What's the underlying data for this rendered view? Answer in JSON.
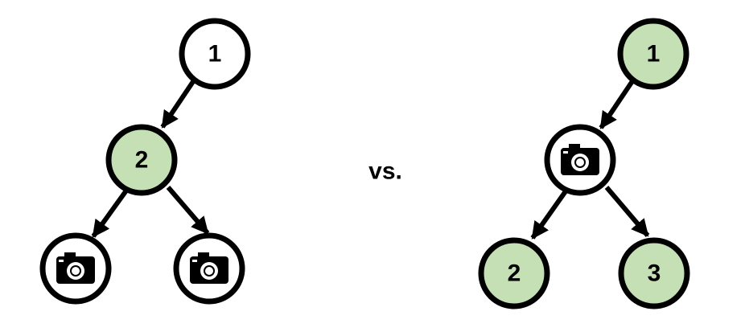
{
  "separator": "vs.",
  "colors": {
    "stroke": "#000000",
    "plain_fill": "#ffffff",
    "highlight_fill": "#c5e0b4"
  },
  "trees": [
    {
      "name": "left-tree",
      "nodes": [
        {
          "id": "n1",
          "type": "number",
          "label": "1",
          "highlighted": false
        },
        {
          "id": "n2",
          "type": "number",
          "label": "2",
          "highlighted": true
        },
        {
          "id": "c1",
          "type": "camera",
          "icon": "camera-icon",
          "highlighted": false
        },
        {
          "id": "c2",
          "type": "camera",
          "icon": "camera-icon",
          "highlighted": false
        }
      ],
      "edges": [
        [
          "n1",
          "n2"
        ],
        [
          "n2",
          "c1"
        ],
        [
          "n2",
          "c2"
        ]
      ]
    },
    {
      "name": "right-tree",
      "nodes": [
        {
          "id": "n1",
          "type": "number",
          "label": "1",
          "highlighted": true
        },
        {
          "id": "c1",
          "type": "camera",
          "icon": "camera-icon",
          "highlighted": false
        },
        {
          "id": "n2",
          "type": "number",
          "label": "2",
          "highlighted": true
        },
        {
          "id": "n3",
          "type": "number",
          "label": "3",
          "highlighted": true
        }
      ],
      "edges": [
        [
          "n1",
          "c1"
        ],
        [
          "c1",
          "n2"
        ],
        [
          "c1",
          "n3"
        ]
      ]
    }
  ]
}
